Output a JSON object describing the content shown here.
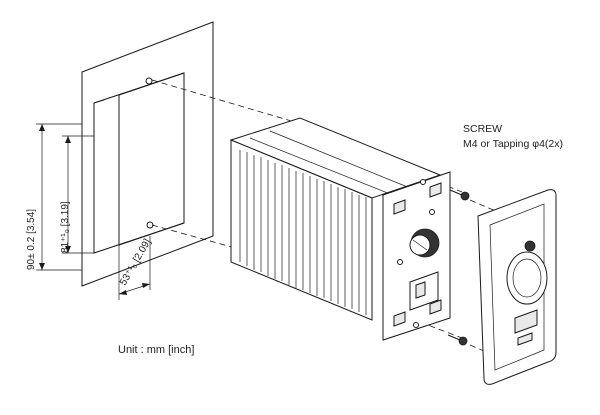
{
  "diagram": {
    "screw_title": "SCREW",
    "screw_spec": "M4 or Tapping φ4(2x)",
    "unit_note": "Unit : mm [inch]",
    "dim_height": "90± 0.2 [3.54]",
    "dim_inner": "81⁺¹₀ [3.19]",
    "dim_width": "53⁺¹₀ [2.09]"
  }
}
